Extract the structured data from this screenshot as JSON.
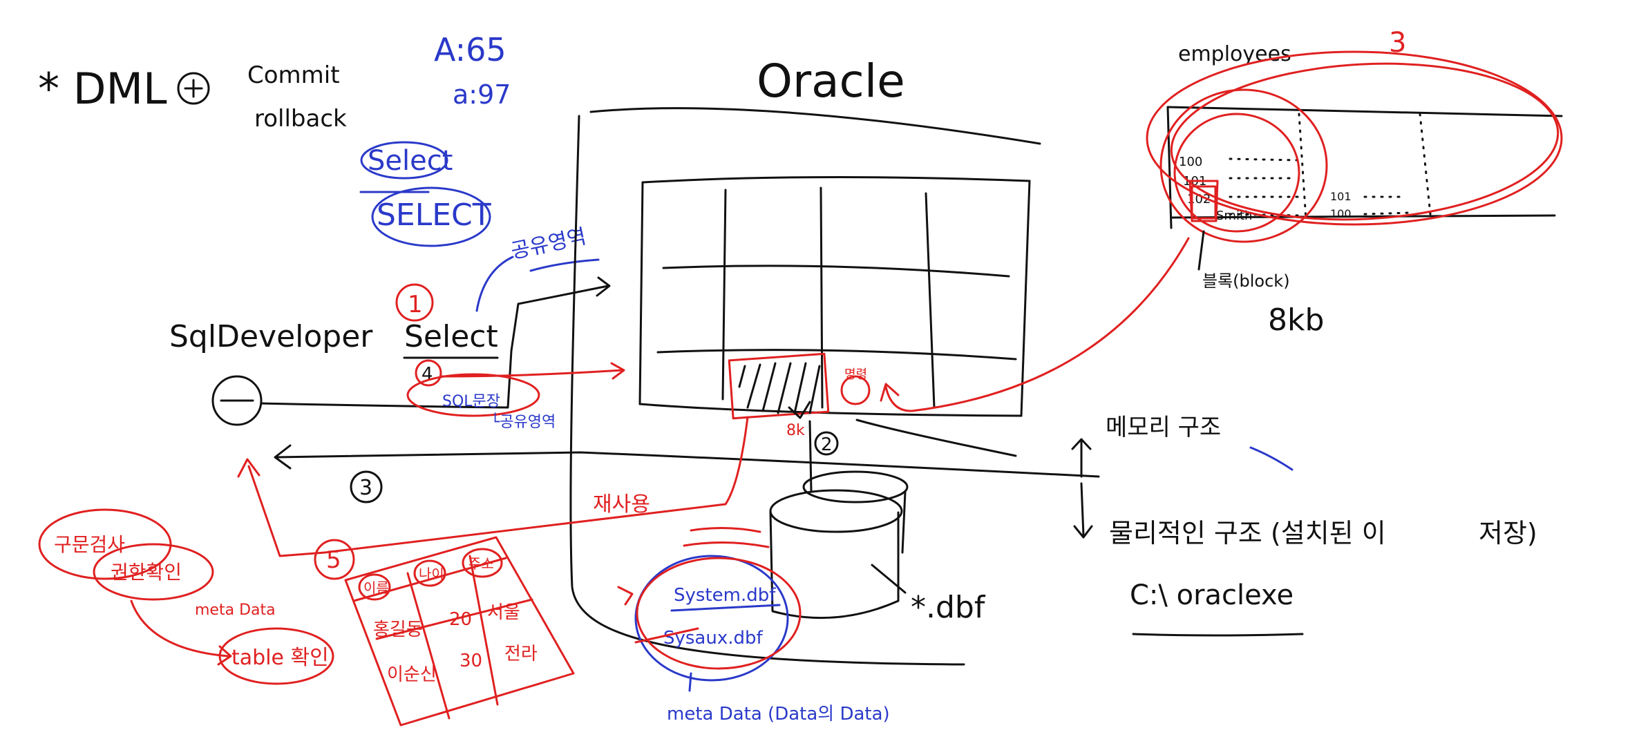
{
  "colors": {
    "ink": "#111111",
    "blue": "#2a39c9",
    "red": "#e02020",
    "background": "#ffffff"
  },
  "top_left": {
    "star_dml": "* DML",
    "commit": "Commit",
    "rollback": "rollback"
  },
  "blue_notes": {
    "ascii_a": "A:65",
    "ascii_a_lower": "a:97",
    "select_lower": "Select",
    "select_upper": "SELECT",
    "korean_top": "공유영역",
    "select_korean": "SQL문장",
    "korean_bottom": "└공유영역"
  },
  "oracle": {
    "title": "Oracle",
    "dbf_label": "*.dbf"
  },
  "client": {
    "sqldeveloper": "SqlDeveloper"
  },
  "steps": {
    "s1": "1",
    "s2": "2",
    "s3": "3",
    "s4": "4",
    "s5": "5"
  },
  "sql_text": "Select",
  "red_notes": {
    "cache_small": "명령",
    "reuse": "재사용",
    "parse1": "구문검사",
    "parse2": "권한확인",
    "meta": "meta Data",
    "table_check": "table 확인",
    "block_size": "8k"
  },
  "table_card": {
    "headers": [
      "이름",
      "나이",
      "주소"
    ],
    "rows": [
      [
        "홍길동",
        "20",
        "서울"
      ],
      [
        "이순신",
        "30",
        "전라"
      ]
    ]
  },
  "dictionary": {
    "system": "System.dbf",
    "sysaux": "Sysaux.dbf",
    "meta_data": "meta Data (Data의 Data)"
  },
  "employees": {
    "title": "employees",
    "rows": [
      "100",
      "101",
      "102",
      "Smith"
    ],
    "right_values": [
      "101",
      "100"
    ],
    "block_label": "블록(block)",
    "block_size": "8kb",
    "count": "3"
  },
  "structure": {
    "memory": "메모리 구조",
    "physical": "물리적인 구조 (설치된 이",
    "store": "저장)",
    "path": "C:\\ oraclexe"
  }
}
